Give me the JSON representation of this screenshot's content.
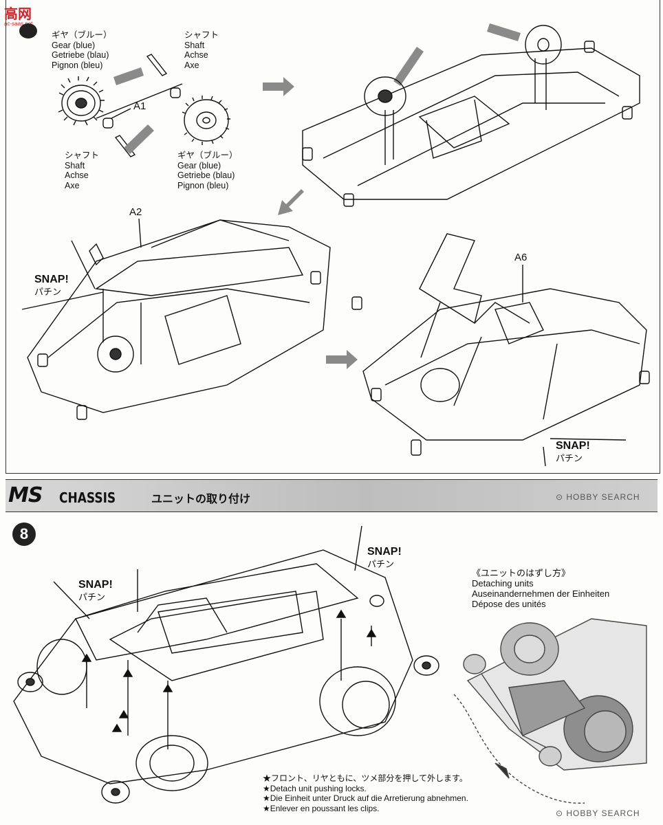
{
  "watermark": {
    "logo_text": "高网",
    "sub": "ac-saas.net"
  },
  "step7": {
    "gear_label_top": [
      "ギヤ（ブルー）",
      "Gear (blue)",
      "Getriebe (blau)",
      "Pignon (bleu)"
    ],
    "shaft_label_top": [
      "シャフト",
      "Shaft",
      "Achse",
      "Axe"
    ],
    "shaft_label_bottom": [
      "シャフト",
      "Shaft",
      "Achse",
      "Axe"
    ],
    "gear_label_bottom": [
      "ギヤ（ブルー）",
      "Gear (blue)",
      "Getriebe (blau)",
      "Pignon (bleu)"
    ],
    "part_a1": "A1",
    "part_a2": "A2",
    "part_a6": "A6",
    "snap_left": {
      "en": "SNAP!",
      "jp": "パチン"
    },
    "snap_right": {
      "en": "SNAP!",
      "jp": "パチン"
    }
  },
  "section": {
    "ms": "MS",
    "chassis": "CHASSIS",
    "title_jp": "ユニットの取り付け",
    "hobby_search": "HOBBY SEARCH"
  },
  "step8": {
    "number": "8",
    "snap_left": {
      "en": "SNAP!",
      "jp": "パチン"
    },
    "snap_right": {
      "en": "SNAP!",
      "jp": "パチン"
    },
    "detach_title": [
      "《ユニットのはずし方》",
      "Detaching units",
      "Auseinandernehmen der Einheiten",
      "Dépose des unités"
    ],
    "notes": [
      "★フロント、リヤともに、ツメ部分を押して外します。",
      "★Detach unit pushing locks.",
      "★Die Einheit unter Druck auf die Arretierung abnehmen.",
      "★Enlever en poussant les clips."
    ]
  },
  "colors": {
    "ink": "#111111",
    "band": "#c8c8c8",
    "arrow": "#8a8a8a",
    "photo": "#7a7a7a"
  }
}
